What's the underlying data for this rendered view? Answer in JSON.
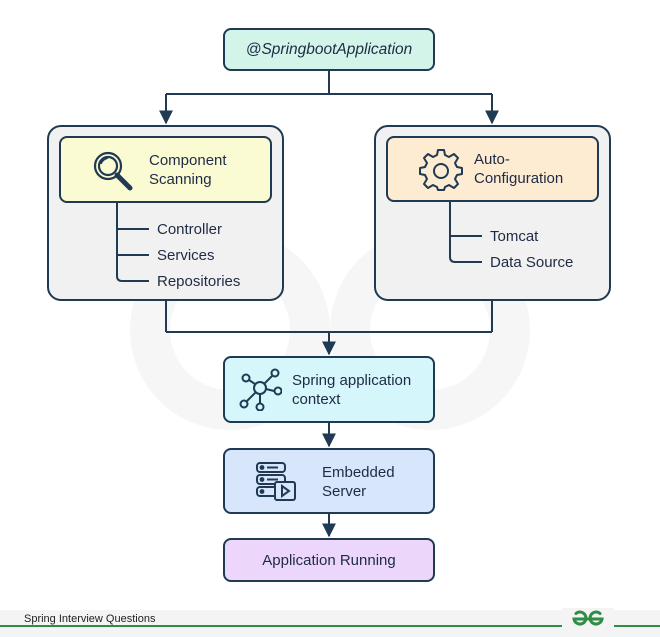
{
  "nodes": {
    "root": "@SpringbootApplication",
    "component_scanning": "Component Scanning",
    "auto_configuration": "Auto-Configuration",
    "spring_context": "Spring application context",
    "embedded_server": "Embedded Server",
    "app_running": "Application Running"
  },
  "component_children": [
    "Controller",
    "Services",
    "Repositories"
  ],
  "auto_children": [
    "Tomcat",
    "Data Source"
  ],
  "footer": {
    "caption": "Spring Interview Questions",
    "logo_icon": "geeksforgeeks-logo-icon"
  },
  "colors": {
    "stroke": "#1f3a52",
    "root_fill": "#d3f5e9",
    "component_fill": "#fbfbd3",
    "auto_fill": "#fdebd2",
    "context_fill": "#d5f6fb",
    "server_fill": "#d8e6fb",
    "running_fill": "#ecd7fb",
    "brand_green": "#2f8d46"
  }
}
